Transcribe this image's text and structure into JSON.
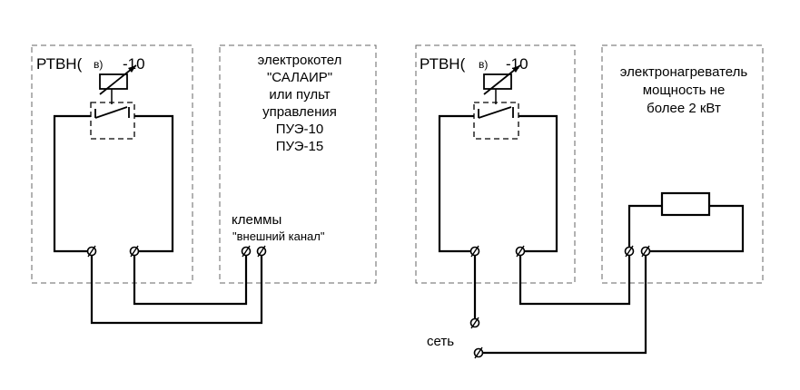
{
  "left": {
    "device_prefix": "РТВН(",
    "device_mid": "в)",
    "device_suffix": "-10",
    "boiler_lines": [
      "электрокотел",
      "\"САЛАИР\"",
      "или пульт",
      "управления",
      "ПУЭ-10",
      "ПУЭ-15"
    ],
    "terminals_label_1": "клеммы",
    "terminals_label_2": "\"внешний канал\""
  },
  "right": {
    "device_prefix": "РТВН(",
    "device_mid": "в)",
    "device_suffix": "-10",
    "heater_lines": [
      "электронагреватель",
      "мощность не",
      "более  2 кВт"
    ],
    "network_label": "сеть"
  }
}
